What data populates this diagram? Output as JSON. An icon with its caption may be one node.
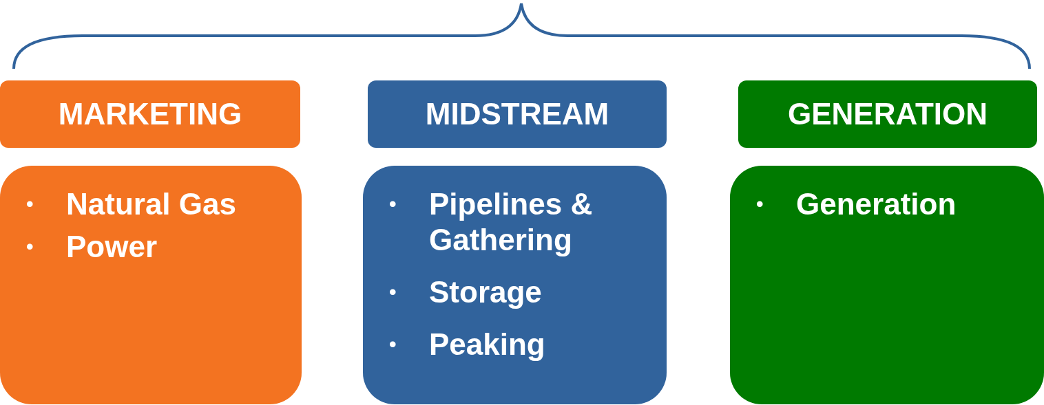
{
  "diagram": {
    "nodes": [
      {
        "text": [
          "MARKETING"
        ]
      },
      {
        "text": [
          "Natural Gas",
          "Power"
        ]
      },
      {
        "text": [
          "MIDSTREAM"
        ]
      },
      {
        "text": [
          "Pipelines & Gathering",
          "Storage",
          "Peaking"
        ]
      },
      {
        "text": [
          "GENERATION"
        ]
      },
      {
        "text": [
          "Generation"
        ]
      }
    ],
    "labels": [
      "•",
      "•",
      "•",
      "•",
      "•",
      "•"
    ]
  }
}
